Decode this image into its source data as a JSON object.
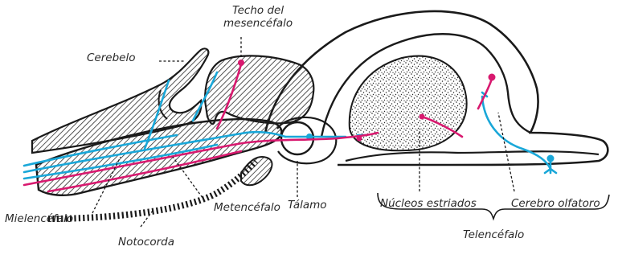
{
  "labels": {
    "techo": "Techo del\nmesencéfalo",
    "cerebelo": "Cerebelo",
    "talamo": "Tálamo",
    "nucleos": "Núcleos estriados",
    "olfatorio": "Cerebro olfatoro",
    "telencefalo": "Telencéfalo",
    "mielencefalo": "Mielencéfalo",
    "notocorda": "Notocorda",
    "metencefalo": "Metencéfalo"
  },
  "colors": {
    "outline": "#1a1a1a",
    "hatch": "#2a2a2a",
    "cyan": "#19a7d8",
    "magenta": "#d8196f",
    "stipple": "#222222"
  }
}
